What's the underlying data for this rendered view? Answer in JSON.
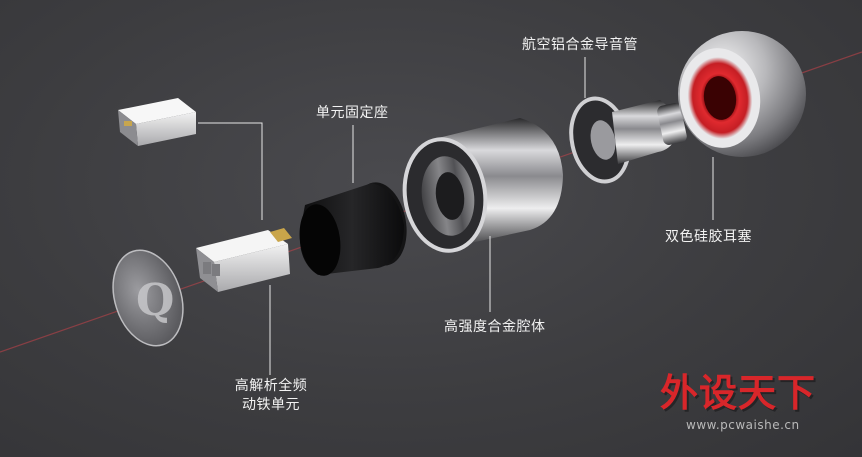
{
  "labels": {
    "tube": "航空铝合金导音管",
    "unit_seat": "单元固定座",
    "eartip": "双色硅胶耳塞",
    "cavity": "高强度合金腔体",
    "driver_line1": "高解析全频",
    "driver_line2": "动铁单元"
  },
  "watermark": {
    "title": "外设天下",
    "url": "www.pcwaishe.cn"
  },
  "colors": {
    "background": "#3f3f42",
    "leader_line": "#e6e6e6",
    "label_text": "#f2f2f2",
    "eartip_red": "#d8232a",
    "watermark_red": "#d8262a"
  }
}
